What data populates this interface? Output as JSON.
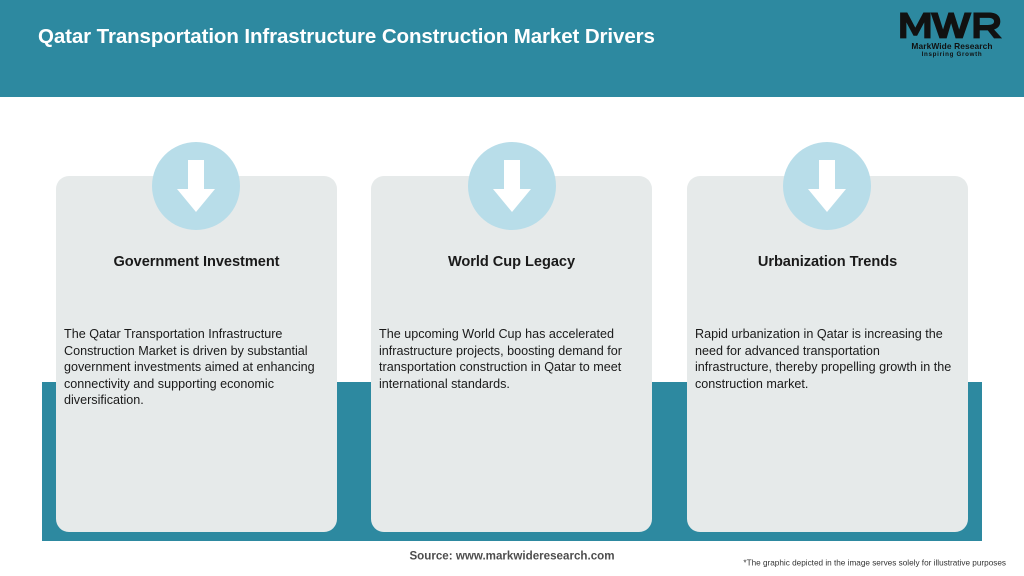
{
  "header": {
    "title": "Qatar Transportation Infrastructure Construction Market Drivers",
    "background_color": "#2d89a0",
    "title_color": "#ffffff"
  },
  "logo": {
    "mark": "MWR",
    "name": "MarkWide Research",
    "tagline": "Inspiring Growth"
  },
  "theme": {
    "accent_teal": "#2d89a0",
    "badge_blue": "#b8dde9",
    "card_gray": "#e6eaea",
    "page_background": "#ffffff"
  },
  "cards": [
    {
      "icon": "down-arrow-icon",
      "title": "Government Investment",
      "body": "The Qatar Transportation Infrastructure Construction Market is driven by substantial government investments aimed at enhancing connectivity and supporting economic diversification."
    },
    {
      "icon": "down-arrow-icon",
      "title": "World Cup Legacy",
      "body": "The upcoming World Cup has accelerated infrastructure projects, boosting demand for transportation construction in Qatar to meet international standards."
    },
    {
      "icon": "down-arrow-icon",
      "title": "Urbanization Trends",
      "body": "Rapid urbanization in Qatar is increasing the need for advanced transportation infrastructure, thereby propelling growth in the construction market."
    }
  ],
  "footer": {
    "source": "Source: www.markwideresearch.com",
    "disclaimer": "*The graphic depicted in the image serves solely for illustrative purposes"
  }
}
